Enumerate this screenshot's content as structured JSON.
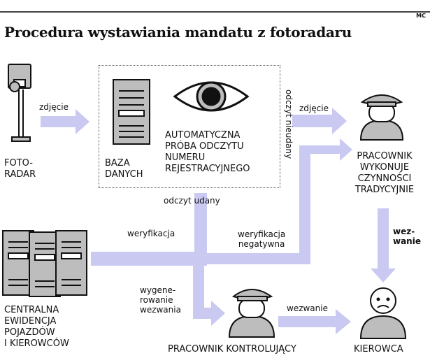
{
  "header": {
    "credit": "MC",
    "title": "Procedura wystawiania mandatu z fotoradaru"
  },
  "nodes": {
    "fotoradar": "FOTO-\nRADAR",
    "baza": "BAZA\nDANYCH",
    "automatyczna": "AUTOMATYCZNA\nPRÓBA ODCZYTU\nNUMERU\nREJESTRACYJNEGO",
    "pracownik_tradycyjnie": "PRACOWNIK\nWYKONUJE\nCZYNNOŚCI\nTRADYCYJNIE",
    "centralna": "CENTRALNA\nEWIDENCJA\nPOJAZDÓW\nI KIEROWCÓW",
    "pracownik_kontrolujacy": "PRACOWNIK KONTROLUJĄCY",
    "kierowca": "KIEROWCA"
  },
  "edges": {
    "zdjecie_1": "zdjęcie",
    "zdjecie_2": "zdjęcie",
    "odczyt_nieudany": "odczyt nieudany",
    "odczyt_udany": "odczyt udany",
    "weryfikacja": "weryfikacja",
    "weryfikacja_negatywna": "weryfikacja\nnegatywna",
    "wygenerowanie": "wygene-\nrowanie\nwezwania",
    "wezwanie_1": "wezwanie",
    "wezwanie_2": "wez-\nwanie"
  },
  "colors": {
    "arrow": "#c9c9f2",
    "ink": "#111111",
    "gray": "#bdbdbd"
  }
}
